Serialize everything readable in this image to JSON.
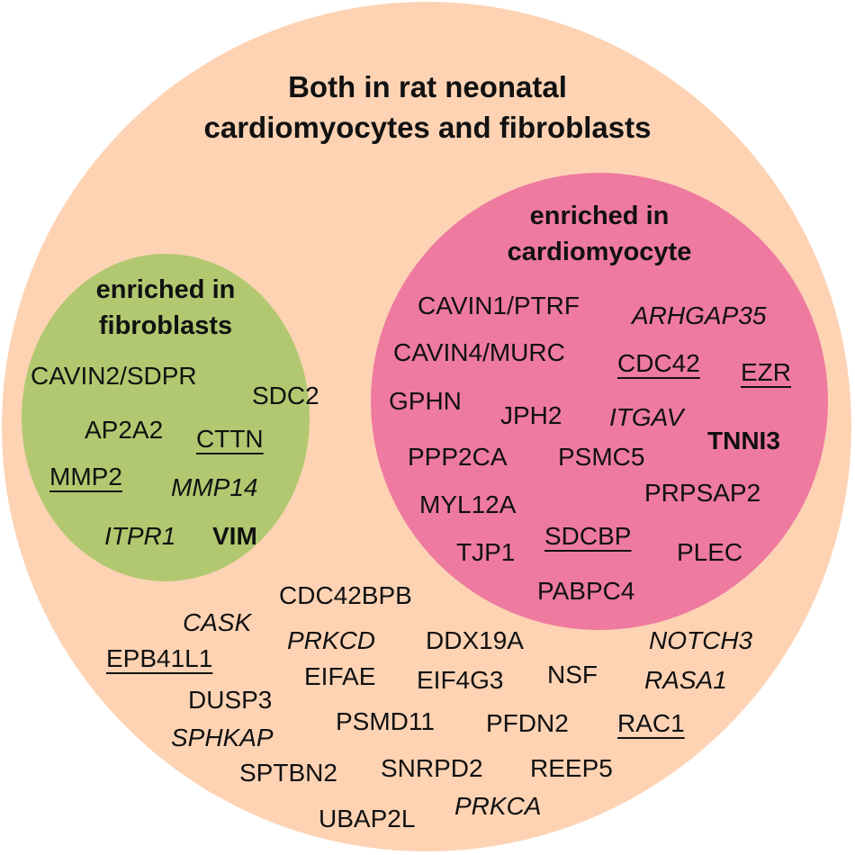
{
  "colors": {
    "outer_fill": "#fdd3b4",
    "fibroblast_fill": "#b2c870",
    "cardiomyocyte_fill": "#ee7aa0",
    "text": "#111111"
  },
  "outer": {
    "title_line1": "Both in rat neonatal",
    "title_line2": "cardiomyocytes and fibroblasts",
    "genes": [
      {
        "label": "CDC42BPB",
        "style": "plain"
      },
      {
        "label": "CASK",
        "style": "italic"
      },
      {
        "label": "PRKCD",
        "style": "italic"
      },
      {
        "label": "DDX19A",
        "style": "plain"
      },
      {
        "label": "NOTCH3",
        "style": "italic"
      },
      {
        "label": "EPB41L1",
        "style": "underline"
      },
      {
        "label": "EIFAE",
        "style": "plain"
      },
      {
        "label": "EIF4G3",
        "style": "plain"
      },
      {
        "label": "NSF",
        "style": "plain"
      },
      {
        "label": "RASA1",
        "style": "italic"
      },
      {
        "label": "DUSP3",
        "style": "plain"
      },
      {
        "label": "PSMD11",
        "style": "plain"
      },
      {
        "label": "PFDN2",
        "style": "plain"
      },
      {
        "label": "RAC1",
        "style": "underline"
      },
      {
        "label": "SPHKAP",
        "style": "italic"
      },
      {
        "label": "SPTBN2",
        "style": "plain"
      },
      {
        "label": "SNRPD2",
        "style": "plain"
      },
      {
        "label": "REEP5",
        "style": "plain"
      },
      {
        "label": "UBAP2L",
        "style": "plain"
      },
      {
        "label": "PRKCA",
        "style": "italic"
      }
    ]
  },
  "fibroblasts": {
    "title_line1": "enriched in",
    "title_line2": "fibroblasts",
    "genes": [
      {
        "label": "CAVIN2/SDPR",
        "style": "plain"
      },
      {
        "label": "SDC2",
        "style": "plain"
      },
      {
        "label": "AP2A2",
        "style": "plain"
      },
      {
        "label": "CTTN",
        "style": "underline"
      },
      {
        "label": "MMP2",
        "style": "underline"
      },
      {
        "label": "MMP14",
        "style": "italic"
      },
      {
        "label": "ITPR1",
        "style": "italic"
      },
      {
        "label": "VIM",
        "style": "bold"
      }
    ]
  },
  "cardiomyocyte": {
    "title_line1": "enriched in",
    "title_line2": "cardiomyocyte",
    "genes": [
      {
        "label": "CAVIN1/PTRF",
        "style": "plain"
      },
      {
        "label": "ARHGAP35",
        "style": "italic"
      },
      {
        "label": "CAVIN4/MURC",
        "style": "plain"
      },
      {
        "label": "CDC42",
        "style": "underline"
      },
      {
        "label": "EZR",
        "style": "underline"
      },
      {
        "label": "GPHN",
        "style": "plain"
      },
      {
        "label": "JPH2",
        "style": "plain"
      },
      {
        "label": "ITGAV",
        "style": "italic"
      },
      {
        "label": "TNNI3",
        "style": "bold"
      },
      {
        "label": "PPP2CA",
        "style": "plain"
      },
      {
        "label": "PSMC5",
        "style": "plain"
      },
      {
        "label": "MYL12A",
        "style": "plain"
      },
      {
        "label": "PRPSAP2",
        "style": "plain"
      },
      {
        "label": "TJP1",
        "style": "plain"
      },
      {
        "label": "SDCBP",
        "style": "underline"
      },
      {
        "label": "PLEC",
        "style": "plain"
      },
      {
        "label": "PABPC4",
        "style": "plain"
      }
    ]
  }
}
